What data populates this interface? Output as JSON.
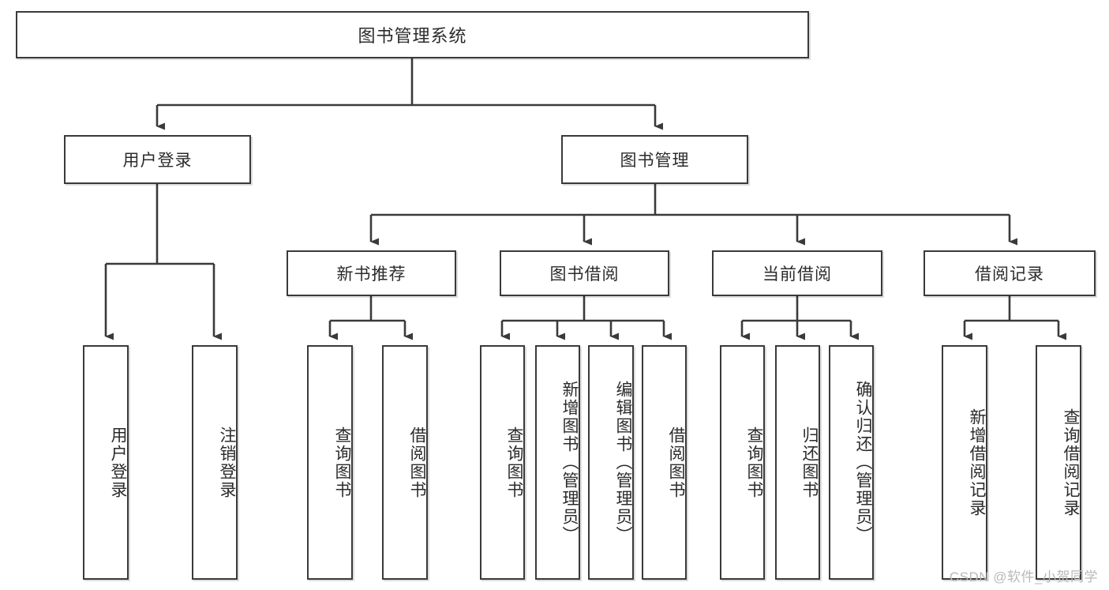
{
  "diagram": {
    "title": "图书管理系统",
    "type": "tree-hierarchy",
    "watermark": "CSDN @软件_小贺同学",
    "line_color": "#3a3a3a",
    "box_fill": "#ffffff",
    "text_color": "#2b2b2b"
  },
  "nodes": {
    "root": {
      "label": "图书管理系统"
    },
    "level2": [
      {
        "id": "user-login",
        "label": "用户登录"
      },
      {
        "id": "book-manage",
        "label": "图书管理"
      }
    ],
    "level3": [
      {
        "id": "new-book-recommend",
        "label": "新书推荐"
      },
      {
        "id": "book-borrow",
        "label": "图书借阅"
      },
      {
        "id": "current-borrow",
        "label": "当前借阅"
      },
      {
        "id": "borrow-record",
        "label": "借阅记录"
      }
    ],
    "leaves": {
      "user-login": [
        {
          "id": "leaf-user-login",
          "label": "用户登录"
        },
        {
          "id": "leaf-user-logout",
          "label": "注销登录"
        }
      ],
      "new-book-recommend": [
        {
          "id": "leaf-query-book-1",
          "label": "查询图书"
        },
        {
          "id": "leaf-borrow-book-1",
          "label": "借阅图书"
        }
      ],
      "book-borrow": [
        {
          "id": "leaf-query-book-2",
          "label": "查询图书"
        },
        {
          "id": "leaf-add-book",
          "label": "新增图书（管理员）"
        },
        {
          "id": "leaf-edit-book",
          "label": "编辑图书（管理员）"
        },
        {
          "id": "leaf-borrow-book-2",
          "label": "借阅图书"
        }
      ],
      "current-borrow": [
        {
          "id": "leaf-query-book-3",
          "label": "查询图书"
        },
        {
          "id": "leaf-return-book",
          "label": "归还图书"
        },
        {
          "id": "leaf-confirm-return",
          "label": "确认归还（管理员）"
        }
      ],
      "borrow-record": [
        {
          "id": "leaf-add-record",
          "label": "新增借阅记录"
        },
        {
          "id": "leaf-query-record",
          "label": "查询借阅记录"
        }
      ]
    }
  }
}
